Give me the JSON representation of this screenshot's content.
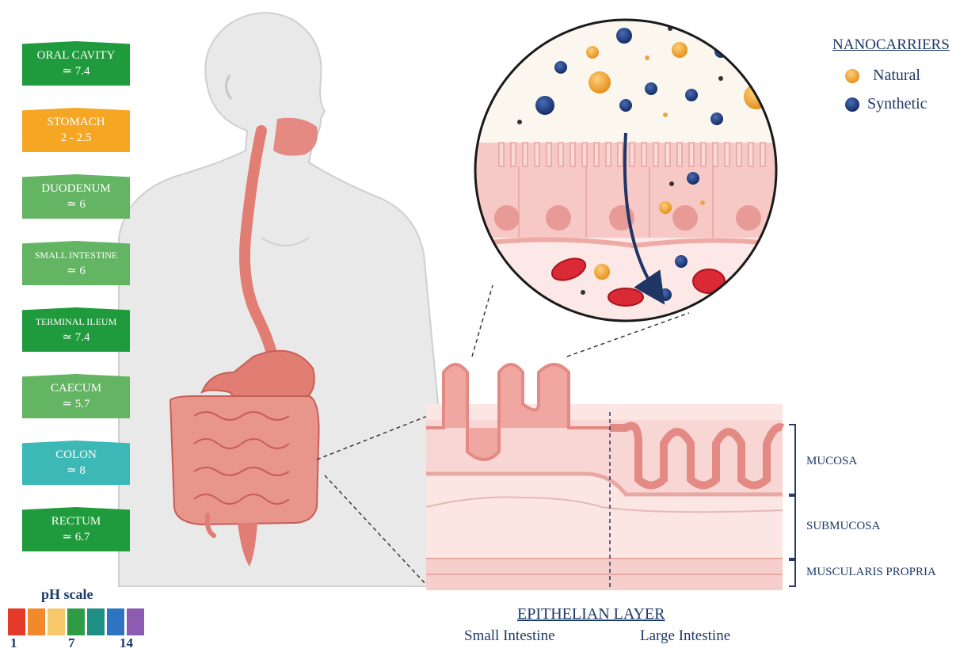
{
  "ph_labels": [
    {
      "name": "ORAL CAVITY",
      "value": "≃ 7.4",
      "color": "#1f9a3c"
    },
    {
      "name": "STOMACH",
      "value": "2 - 2.5",
      "color": "#f5a623"
    },
    {
      "name": "DUODENUM",
      "value": "≃ 6",
      "color": "#63b463"
    },
    {
      "name": "SMALL INTESTINE",
      "value": "≃ 6",
      "color": "#63b463"
    },
    {
      "name": "TERMINAL ILEUM",
      "value": "≃ 7.4",
      "color": "#1f9a3c"
    },
    {
      "name": "CAECUM",
      "value": "≃ 5.7",
      "color": "#63b463"
    },
    {
      "name": "COLON",
      "value": "≃ 8",
      "color": "#3cb8b6"
    },
    {
      "name": "RECTUM",
      "value": "≃ 6.7",
      "color": "#1f9a3c"
    }
  ],
  "ph_scale": {
    "title": "pH scale",
    "colors": [
      "#e53a2a",
      "#f28a2c",
      "#f7c96b",
      "#2f9b45",
      "#1f8f85",
      "#2f74c2",
      "#8e5bb3"
    ],
    "tick_labels": [
      "1",
      "7",
      "14"
    ]
  },
  "legend": {
    "title": "NANOCARRIERS",
    "items": [
      {
        "label": "Natural",
        "color": "#f0a02a"
      },
      {
        "label": "Synthetic",
        "color": "#1f3f86"
      }
    ]
  },
  "layers": {
    "mucosa": "MUCOSA",
    "submucosa": "SUBMUCOSA",
    "muscularis": "MUSCULARIS PROPRIA"
  },
  "epithelial": {
    "title": "EPITHELIAN LAYER",
    "small": "Small Intestine",
    "large": "Large Intestine"
  }
}
